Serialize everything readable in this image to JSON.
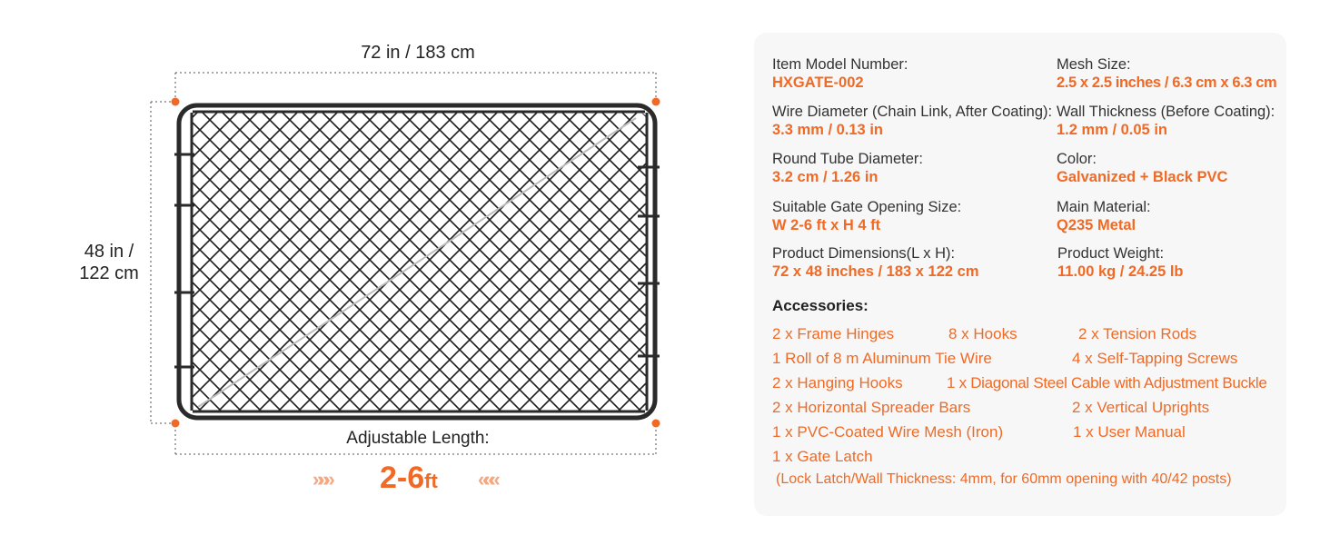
{
  "dimensions": {
    "width_label": "72 in / 183 cm",
    "height_label_line1": "48 in /",
    "height_label_line2": "122 cm",
    "adjustable_label": "Adjustable Length:",
    "adjustable_value": "2-6",
    "adjustable_unit": "ft",
    "arrow_left": "»»»",
    "arrow_right": "«««"
  },
  "specs": {
    "model": {
      "label": "Item Model Number:",
      "value": "HXGATE-002"
    },
    "mesh": {
      "label": "Mesh Size:",
      "value": "2.5 x 2.5 inches / 6.3 cm x 6.3 cm"
    },
    "wire": {
      "label": "Wire Diameter (Chain Link, After Coating):",
      "value": "3.3 mm / 0.13 in"
    },
    "wall": {
      "label": "Wall Thickness (Before Coating):",
      "value": "1.2 mm / 0.05 in"
    },
    "tube": {
      "label": "Round Tube Diameter:",
      "value": "3.2 cm / 1.26 in"
    },
    "color": {
      "label": "Color:",
      "value": "Galvanized + Black PVC"
    },
    "opening": {
      "label": "Suitable Gate Opening Size:",
      "value": "W 2-6 ft x H 4 ft"
    },
    "material": {
      "label": "Main Material:",
      "value": "Q235 Metal"
    },
    "product_dims": {
      "label": "Product Dimensions(L x H):",
      "value": "72 x 48 inches / 183 x 122 cm"
    },
    "weight": {
      "label": "Product Weight:",
      "value": "11.00 kg / 24.25 lb"
    }
  },
  "accessories": {
    "title": "Accessories:",
    "items": [
      "2 x Frame Hinges",
      "8 x Hooks",
      "2 x Tension Rods",
      "1 Roll of 8 m Aluminum Tie Wire",
      "4 x Self-Tapping Screws",
      "2 x Hanging Hooks",
      "1 x Diagonal Steel Cable with Adjustment Buckle",
      "2 x Horizontal Spreader Bars",
      "2 x Vertical Uprights",
      "1 x PVC-Coated Wire Mesh (Iron)",
      "1 x User Manual",
      "1 x Gate Latch"
    ],
    "note": "(Lock Latch/Wall Thickness: 4mm, for 60mm opening with 40/42 posts)"
  },
  "colors": {
    "accent": "#f06a26",
    "frame": "#2a2a2a",
    "panel_bg": "#f7f7f7"
  }
}
